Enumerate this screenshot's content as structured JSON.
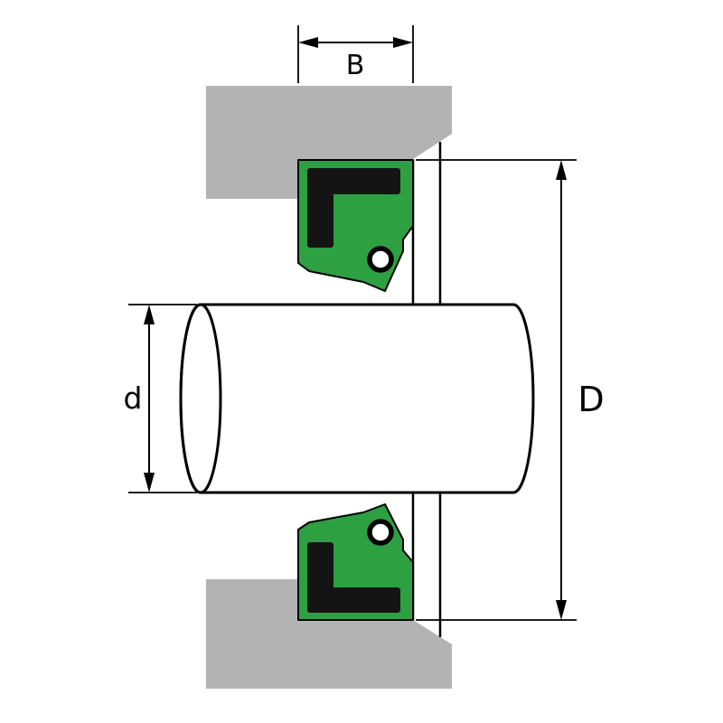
{
  "diagram": {
    "labels": {
      "width": "B",
      "shaft_diameter": "d",
      "outer_diameter": "D"
    },
    "colors": {
      "background": "#ffffff",
      "housing": "#b3b3b3",
      "seal": "#2da042",
      "insert": "#141414",
      "shaft_fill": "#ffffff",
      "outline": "#000000"
    }
  }
}
